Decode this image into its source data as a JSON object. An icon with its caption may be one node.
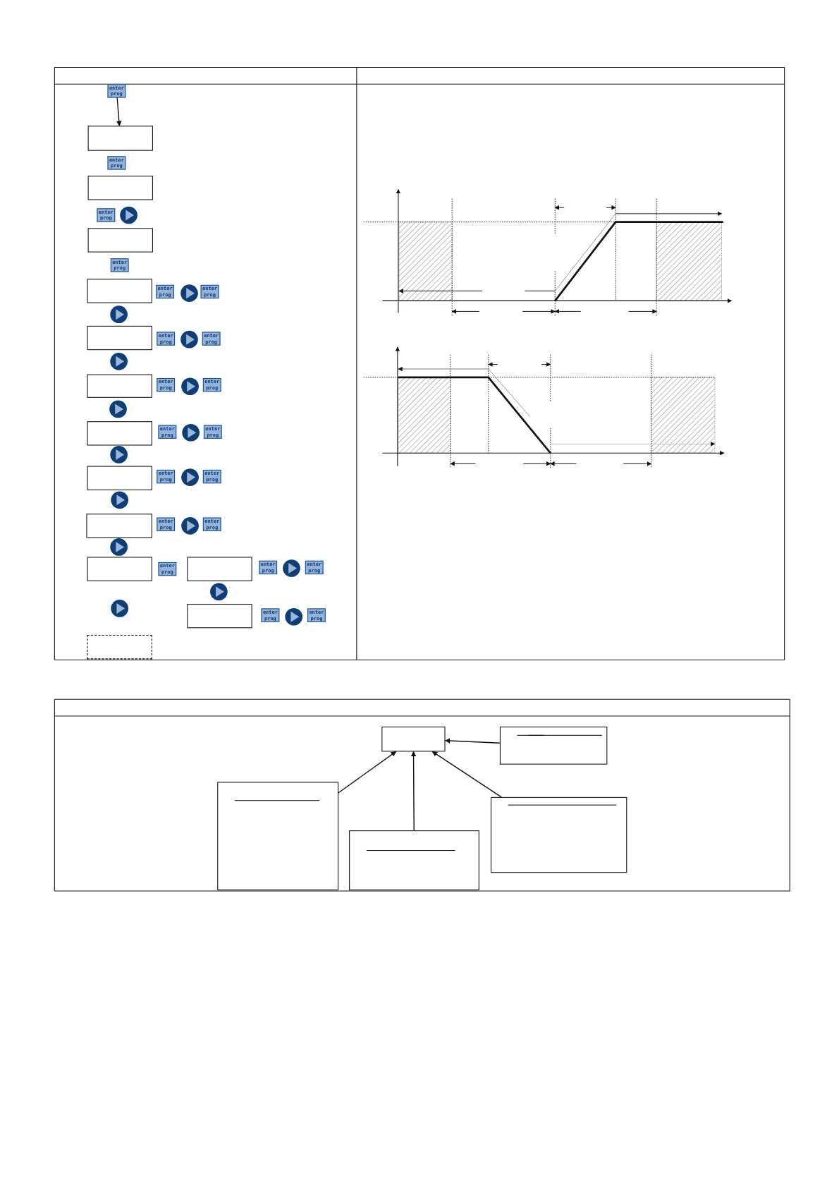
{
  "diagram": {
    "nodes": [
      {
        "text": [
          "enter prog"
        ]
      },
      {
        "text": [],
        "shape": "box"
      },
      {
        "text": [
          "enter prog"
        ]
      },
      {
        "text": [],
        "shape": "box"
      },
      {
        "text": [
          "enter prog"
        ]
      },
      {
        "text": [],
        "shape": "box"
      },
      {
        "text": [
          "enter prog"
        ]
      },
      {
        "text": [],
        "shape": "box"
      },
      {
        "text": [
          "enter prog"
        ]
      },
      {
        "text": [
          "enter prog"
        ]
      },
      {
        "text": [],
        "shape": "box"
      },
      {
        "text": [
          "enter prog"
        ]
      },
      {
        "text": [
          "enter prog"
        ]
      },
      {
        "text": [],
        "shape": "box"
      },
      {
        "text": [
          "enter prog"
        ]
      },
      {
        "text": [
          "enter prog"
        ]
      },
      {
        "text": [],
        "shape": "box"
      },
      {
        "text": [
          "enter prog"
        ]
      },
      {
        "text": [
          "enter prog"
        ]
      },
      {
        "text": [],
        "shape": "box"
      },
      {
        "text": [
          "enter prog"
        ]
      },
      {
        "text": [
          "enter prog"
        ]
      },
      {
        "text": [],
        "shape": "box"
      },
      {
        "text": [
          "enter prog"
        ]
      },
      {
        "text": [
          "enter prog"
        ]
      },
      {
        "text": [],
        "shape": "box"
      },
      {
        "text": [
          "enter prog"
        ]
      },
      {
        "text": [],
        "shape": "box"
      },
      {
        "text": [
          "enter prog"
        ]
      },
      {
        "text": [
          "enter prog"
        ]
      },
      {
        "text": [],
        "shape": "box"
      },
      {
        "text": [
          "enter prog"
        ]
      },
      {
        "text": [
          "enter prog"
        ]
      },
      {
        "text": [],
        "shape": "box"
      },
      {
        "text": [],
        "shape": "box"
      },
      {
        "text": [],
        "shape": "box"
      },
      {
        "text": [],
        "shape": "box"
      },
      {
        "text": [],
        "shape": "box"
      },
      {
        "text": [],
        "shape": "box"
      }
    ],
    "edges": [
      {
        "from": 0,
        "to": 1,
        "arrow": "to"
      },
      {
        "from": 35,
        "to": 34,
        "arrow": "to"
      },
      {
        "from": 36,
        "to": 34,
        "arrow": "to"
      },
      {
        "from": 38,
        "to": 34,
        "arrow": "to"
      },
      {
        "from": 37,
        "to": 34,
        "arrow": "to"
      }
    ]
  }
}
